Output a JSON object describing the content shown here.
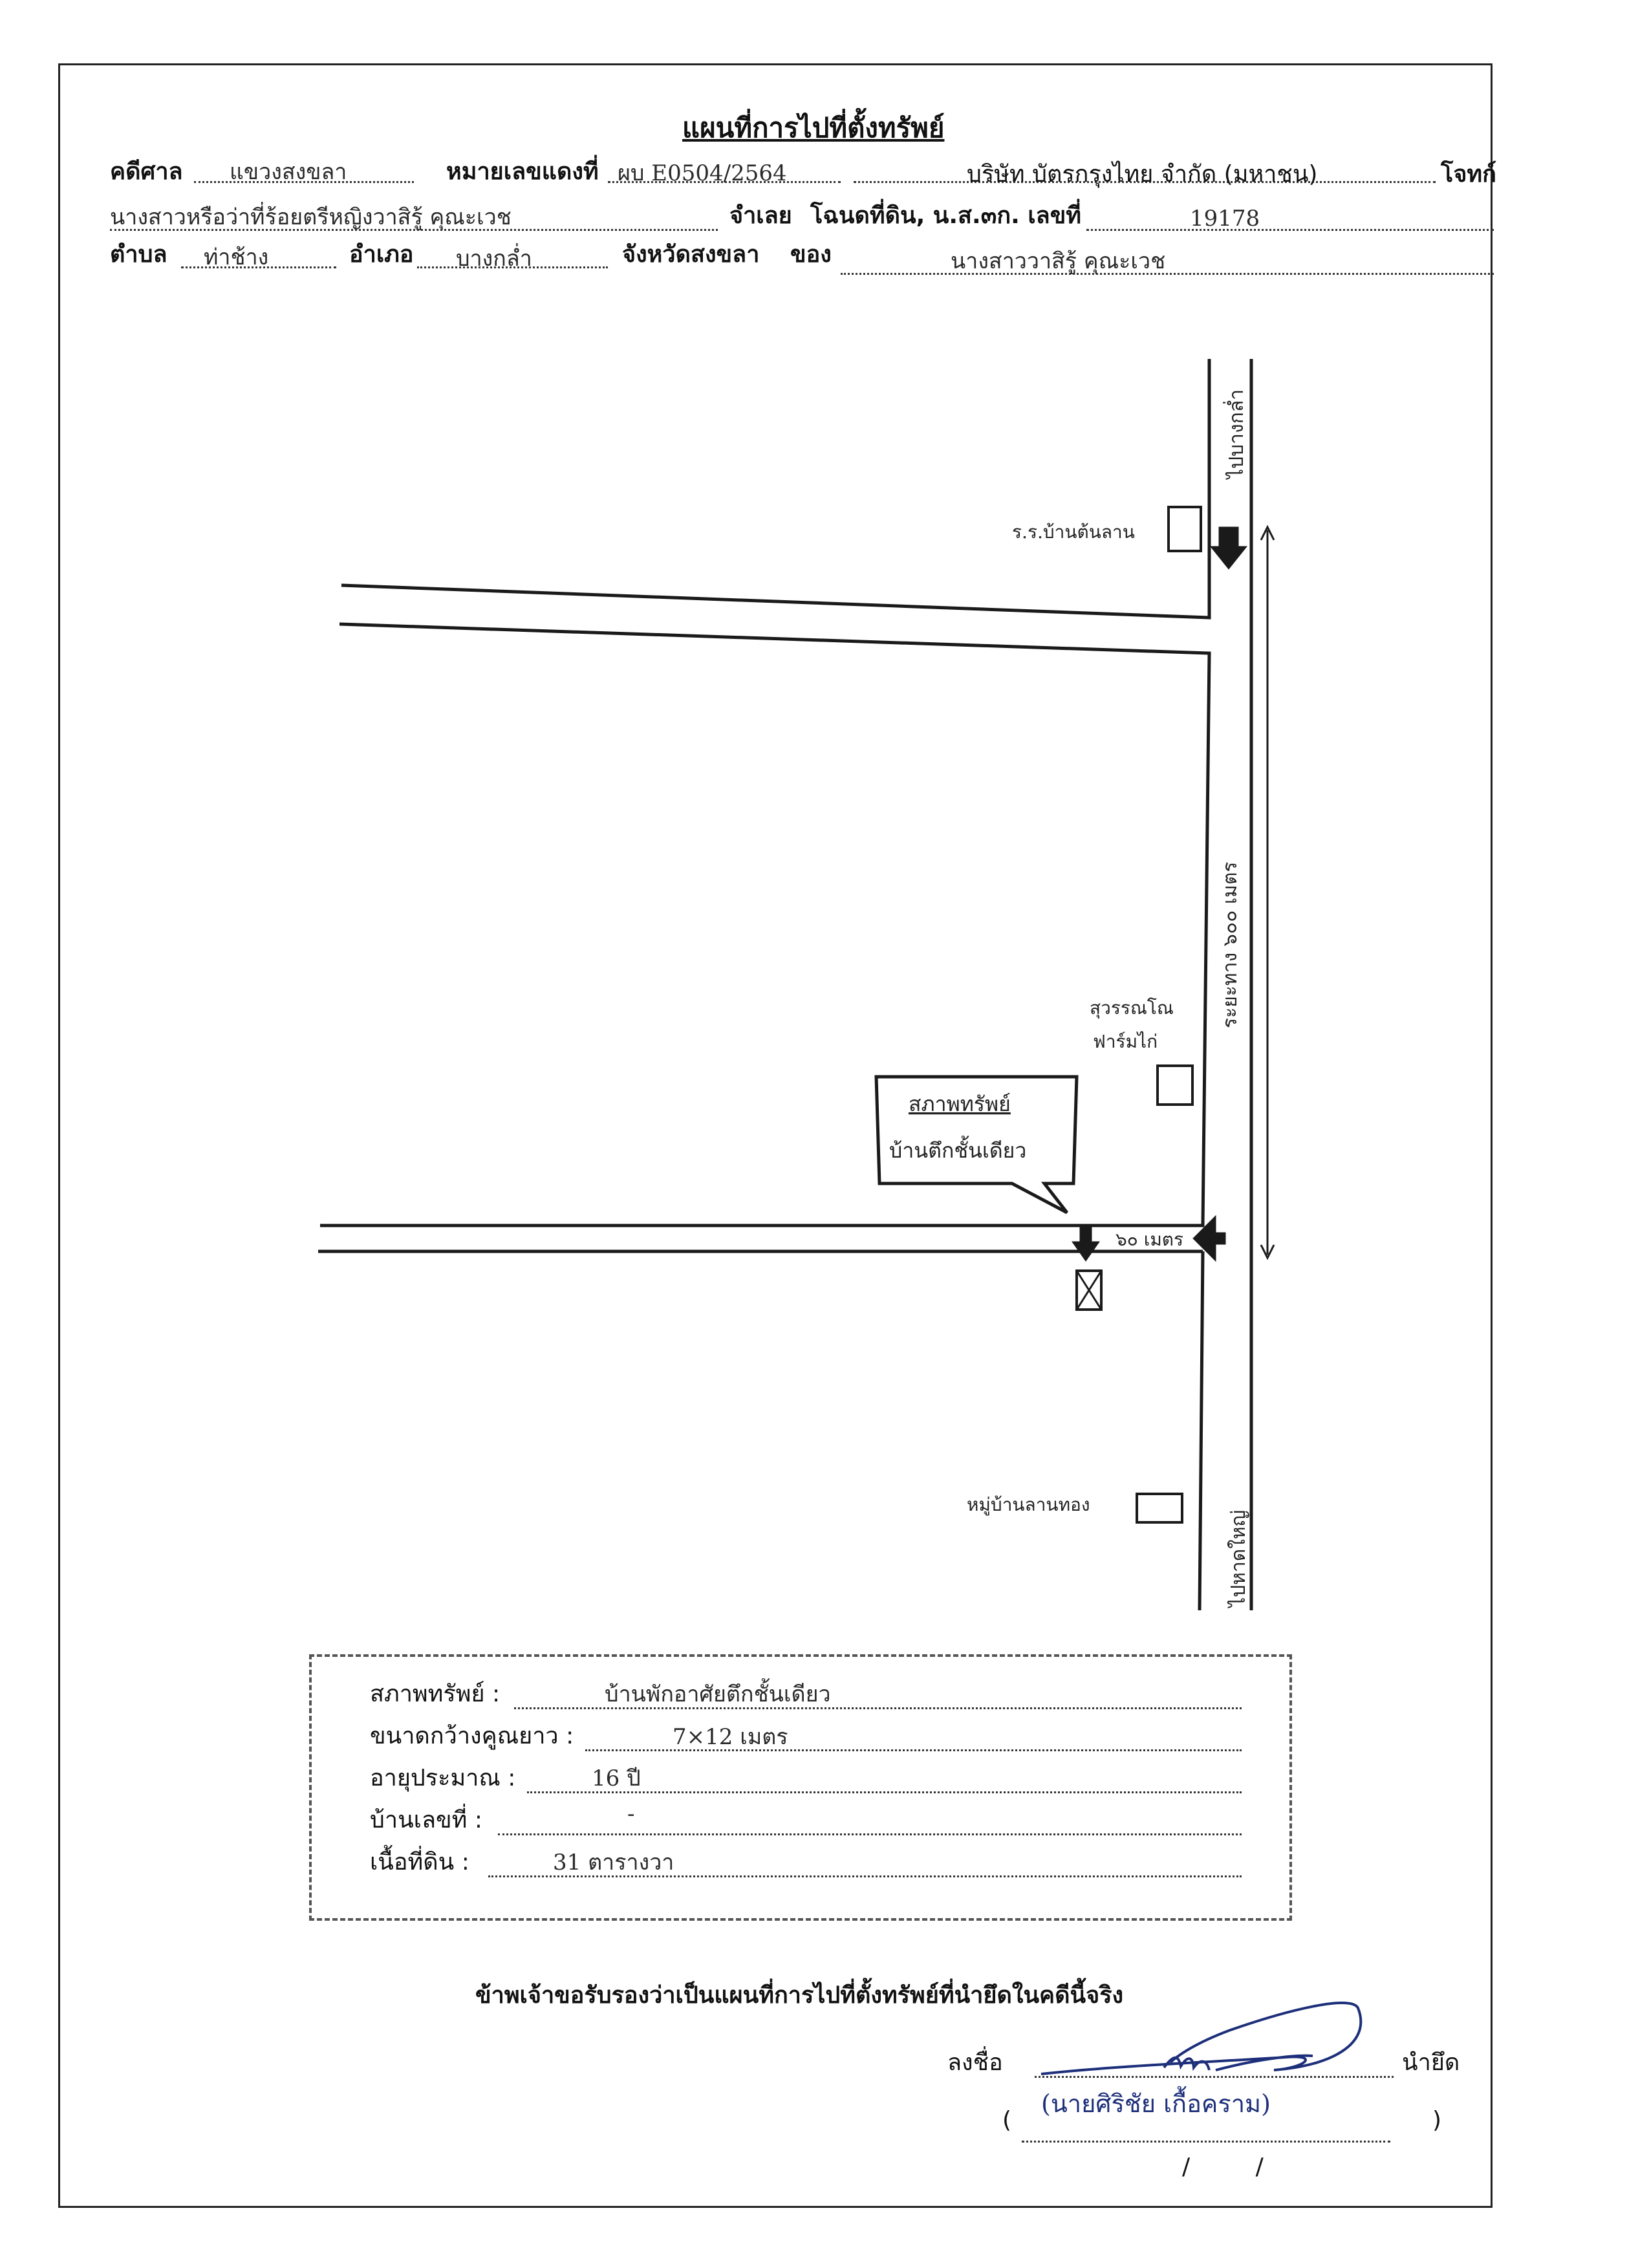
{
  "title": "แผนที่การไปที่ตั้งทรัพย์",
  "header": {
    "court_label": "คดีศาล",
    "court_value": "แขวงสงขลา",
    "case_no_label": "หมายเลขแดงที่",
    "case_no_value": "ผบ E0504/2564",
    "plaintiff_name": "บริษัท บัตรกรุงไทย จำกัด (มหาชน)",
    "plaintiff_label": "โจทก์",
    "defendant_name": "นางสาวหรือว่าที่ร้อยตรีหญิงวาสิรู้ คุณะเวช",
    "defendant_label": "จำเลย",
    "deed_label": "โฉนดที่ดิน, น.ส.๓ก. เลขที่",
    "deed_value": "19178",
    "subdistrict_label": "ตำบล",
    "subdistrict_value": "ท่าช้าง",
    "district_label": "อำเภอ",
    "district_value": "บางกล่ำ",
    "province_label": "จังหวัดสงขลา",
    "owner_label": "ของ",
    "owner_value": "นางสาววาสิรู้ คุณะเวช"
  },
  "map": {
    "to_bangklam": "ไปบางกล่ำ",
    "school": "ร.ร.บ้านต้นลาน",
    "distance_road": "ระยะทาง ๖๐๐ เมตร",
    "farm_line1": "สุวรรณโณ",
    "farm_line2": "ฟาร์มไก่",
    "callout_title": "สภาพทรัพย์",
    "callout_desc": "บ้านตึกชั้นเดียว",
    "distance_lane": "๖๐ เมตร",
    "village": "หมู่บ้านลานทอง",
    "to_hatyai": "ไปหาดใหญ่"
  },
  "details": {
    "condition_label": "สภาพทรัพย์ :",
    "condition_value": "บ้านพักอาศัยตึกชั้นเดียว",
    "size_label": "ขนาดกว้างคูณยาว :",
    "size_value": "7×12 เมตร",
    "age_label": "อายุประมาณ :",
    "age_value": "16 ปี",
    "house_no_label": "บ้านเลขที่ :",
    "house_no_value": "-",
    "land_area_label": "เนื้อที่ดิน :",
    "land_area_value": "31 ตารางวา"
  },
  "certification": "ข้าพเจ้าขอรับรองว่าเป็นแผนที่การไปที่ตั้งทรัพย์ที่นำยึดในคดีนี้จริง",
  "signature": {
    "sign_label": "ลงชื่อ",
    "role_label": "นำยึด",
    "paren_open": "(",
    "signer_name": "(นายศิริชัย เกื้อคราม)",
    "paren_close": ")",
    "date_line": "/ /"
  }
}
